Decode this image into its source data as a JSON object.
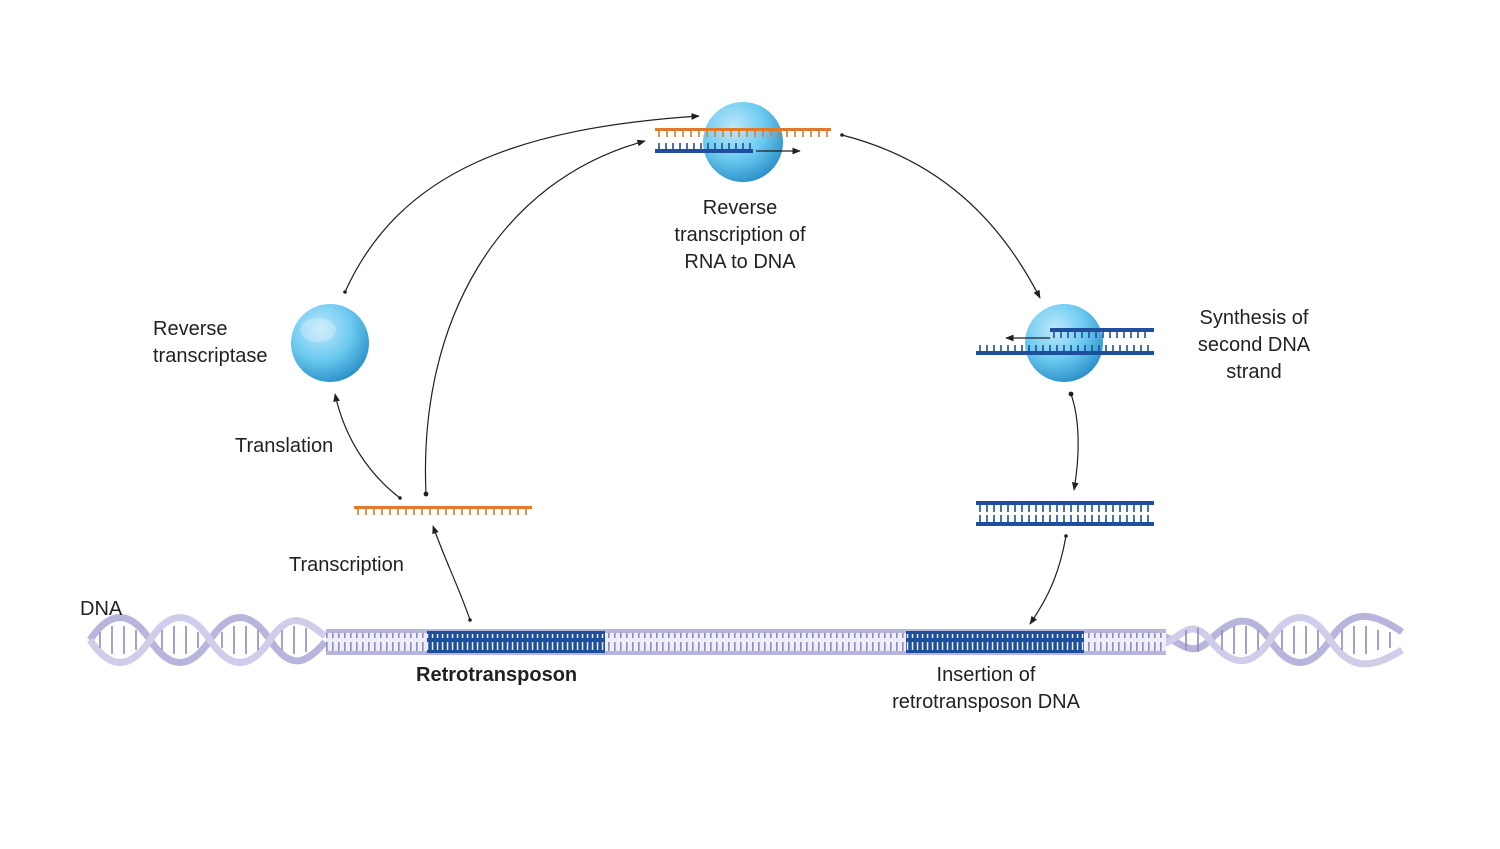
{
  "labels": {
    "dna": "DNA",
    "retrotransposon": "Retrotransposon",
    "transcription": "Transcription",
    "translation": "Translation",
    "reverse_transcriptase": [
      "Reverse",
      "transcriptase"
    ],
    "reverse_transcription": [
      "Reverse",
      "transcription of",
      "RNA to DNA"
    ],
    "second_strand": [
      "Synthesis of",
      "second DNA",
      "strand"
    ],
    "insertion": [
      "Insertion of",
      "retrotransposon DNA"
    ]
  },
  "colors": {
    "rna": "#e07a2a",
    "dna_dark": "#1e4f9c",
    "dna_light": "#b7b5dc",
    "enzyme": "#5cc0ec",
    "arrow": "#231f20"
  },
  "icons": {
    "enzyme": "sphere-icon",
    "rna": "rna-strand-icon",
    "dna": "double-helix-icon"
  }
}
